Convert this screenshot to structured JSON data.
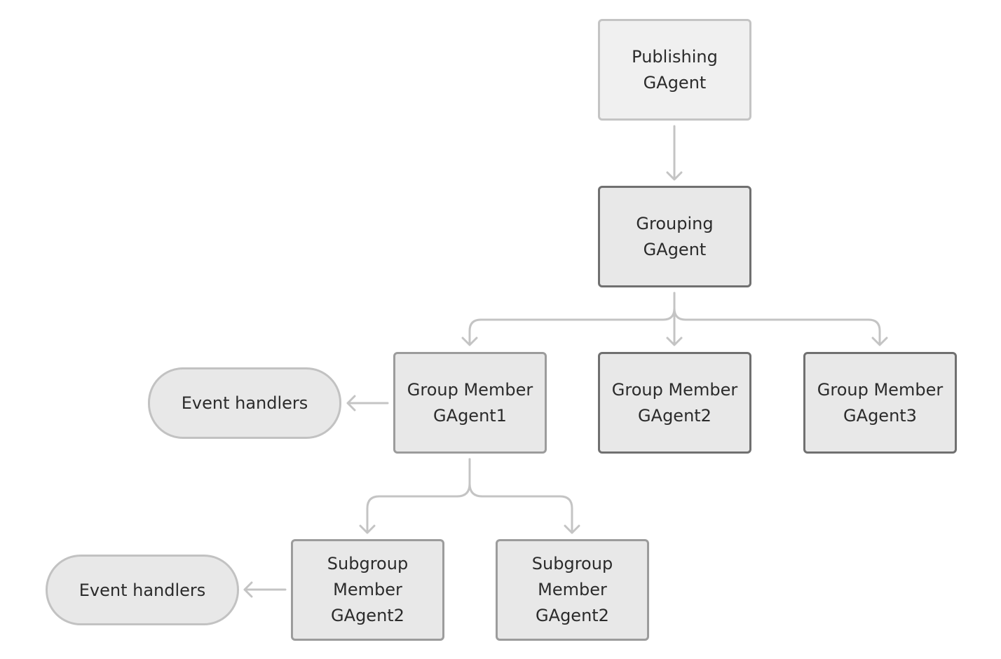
{
  "diagram": {
    "nodes": {
      "publishing": {
        "line1": "Publishing",
        "line2": "GAgent"
      },
      "grouping": {
        "line1": "Grouping",
        "line2": "GAgent"
      },
      "member1": {
        "line1": "Group Member",
        "line2": "GAgent1"
      },
      "member2": {
        "line1": "Group Member",
        "line2": "GAgent2"
      },
      "member3": {
        "line1": "Group Member",
        "line2": "GAgent3"
      },
      "subgroup_left": {
        "line1": "Subgroup",
        "line2": "Member",
        "line3": "GAgent2"
      },
      "subgroup_right": {
        "line1": "Subgroup",
        "line2": "Member",
        "line3": "GAgent2"
      },
      "handlers_member1": {
        "label": "Event handlers"
      },
      "handlers_subgroup": {
        "label": "Event handlers"
      }
    },
    "colors": {
      "node_fill": "#e8e8e8",
      "top_node_fill": "#f0f0f0",
      "node_border": "#8f8f8f",
      "connector": "#c4c4c4",
      "text": "#2b2b2b"
    }
  }
}
